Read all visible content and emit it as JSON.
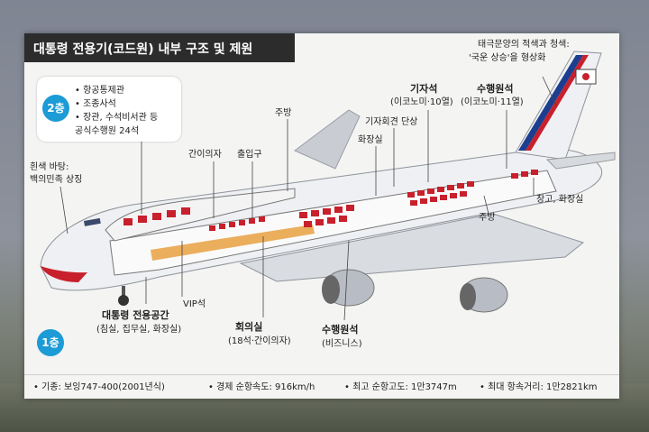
{
  "title": "대통령 전용기(코드원) 내부 구조 및 제원",
  "deck2": {
    "badge": "2층",
    "items": [
      "• 항공통제관",
      "• 조종사석",
      "• 장관, 수석비서관 등",
      "  공식수행원 24석"
    ]
  },
  "deck1": {
    "badge": "1층"
  },
  "labels": {
    "white_bg_1": "흰색 바탕:",
    "white_bg_2": "백의민족 상징",
    "simple_seat": "간이의자",
    "entrance": "출입구",
    "kitchen_top": "주방",
    "toilet": "화장실",
    "press_podium": "기자회견 단상",
    "press_seat": "기자석",
    "press_seat_sub": "(이코노미·10열)",
    "staff_seat": "수행원석",
    "staff_seat_sub": "(이코노미·11열)",
    "tail_note_1": "태극문양의 적색과 청색:",
    "tail_note_2": "'국운 상승'을 형상화",
    "storage_toilet": "창고, 화장실",
    "kitchen_bottom": "주방",
    "vip": "VIP석",
    "president_space": "대통령 전용공간",
    "president_space_sub": "(침실, 집무실, 화장실)",
    "conference": "회의실",
    "conference_sub": "(18석·간이의자)",
    "staff_business": "수행원석",
    "staff_business_sub": "(비즈니스)"
  },
  "specs": [
    "• 기종: 보잉747-400(2001년식)",
    "• 경제 순항속도: 916km/h",
    "• 최고 순항고도: 1만3747m",
    "• 최대 항속거리: 1만2821km"
  ],
  "colors": {
    "accent": "#1c9bd6",
    "seats": "#c8202c",
    "floor": "#e8a040",
    "tail_blue": "#1d3e8f",
    "tail_red": "#c8202c"
  }
}
